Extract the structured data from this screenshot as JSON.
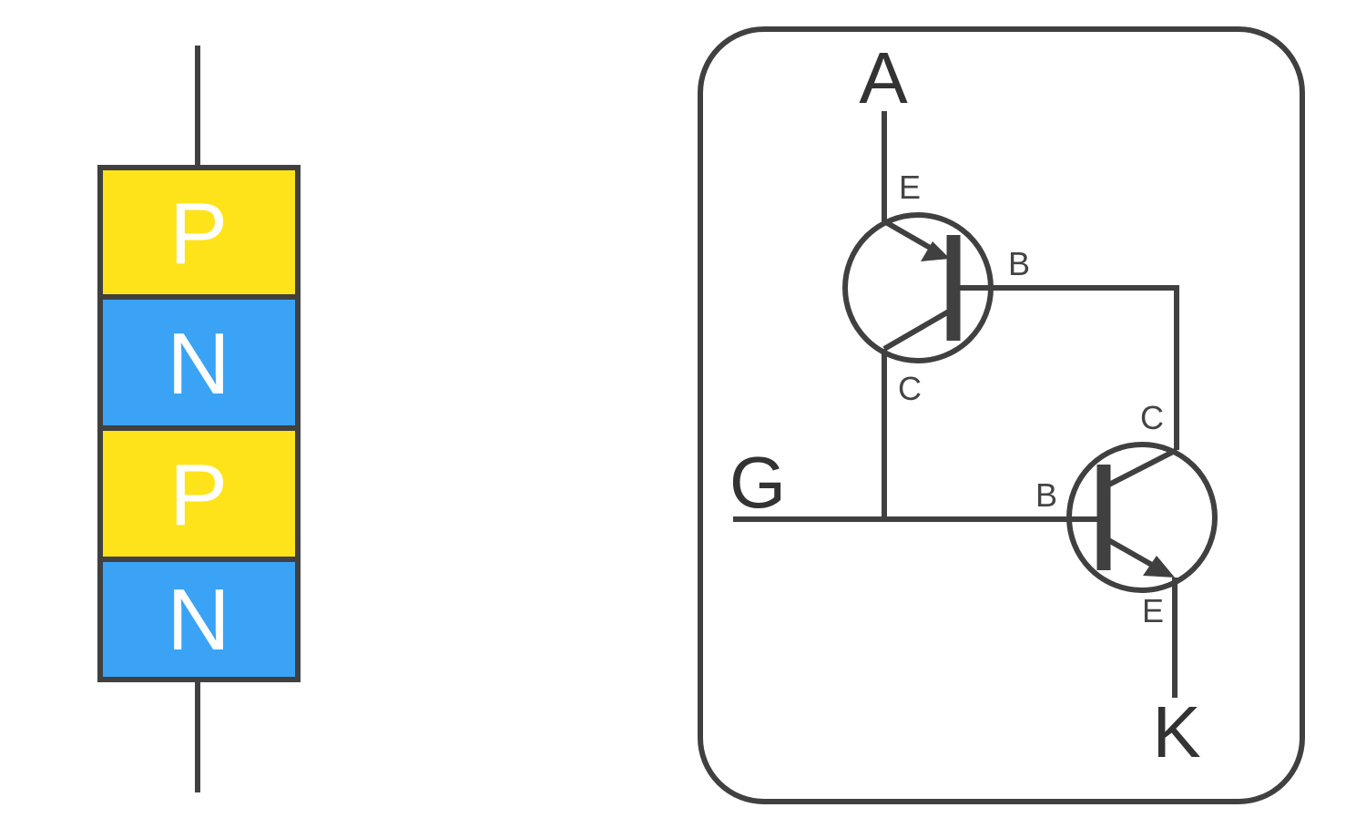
{
  "colors": {
    "p_layer": "#FFE31A",
    "n_layer": "#3AA3F5",
    "stroke": "#404040",
    "layer_text": "#FFFFFF"
  },
  "layer_stack": {
    "layers": [
      {
        "type": "P"
      },
      {
        "type": "N"
      },
      {
        "type": "P"
      },
      {
        "type": "N"
      }
    ]
  },
  "circuit": {
    "terminals": {
      "anode": "A",
      "gate": "G",
      "cathode": "K"
    },
    "pnp_transistor": {
      "emitter": "E",
      "base": "B",
      "collector": "C"
    },
    "npn_transistor": {
      "collector": "C",
      "base": "B",
      "emitter": "E"
    }
  }
}
